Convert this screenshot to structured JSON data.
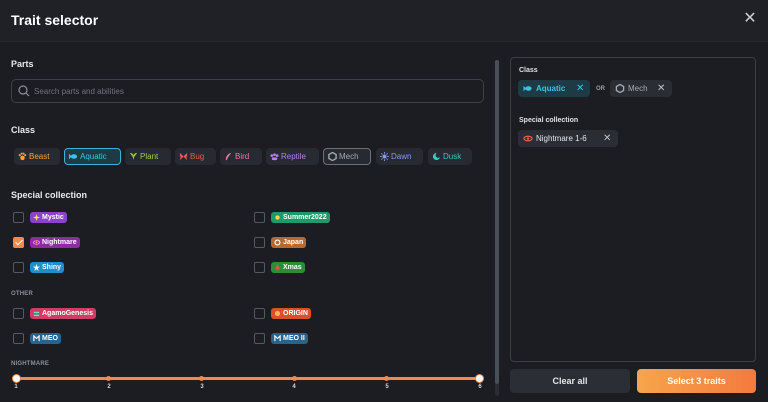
{
  "header": {
    "title": "Trait selector"
  },
  "parts": {
    "label": "Parts",
    "placeholder": "Search parts and abilities"
  },
  "class_section": {
    "label": "Class",
    "chips": [
      {
        "label": "Beast",
        "color": "#f5a53c",
        "icon": "paw-icon",
        "selected": false
      },
      {
        "label": "Aquatic",
        "color": "#3bc3e6",
        "icon": "fish-icon",
        "selected": true
      },
      {
        "label": "Plant",
        "color": "#9bd04a",
        "icon": "leaf-icon",
        "selected": false
      },
      {
        "label": "Bug",
        "color": "#ef5a52",
        "icon": "butterfly-icon",
        "selected": false
      },
      {
        "label": "Bird",
        "color": "#f07aa5",
        "icon": "feather-icon",
        "selected": false
      },
      {
        "label": "Reptile",
        "color": "#b680e8",
        "icon": "reptile-icon",
        "selected": false
      },
      {
        "label": "Mech",
        "color": "#a5a9b1",
        "icon": "hexagon-icon",
        "selected": true
      },
      {
        "label": "Dawn",
        "color": "#8a9af0",
        "icon": "sun-icon",
        "selected": false
      },
      {
        "label": "Dusk",
        "color": "#3fc4c4",
        "icon": "dusk-icon",
        "selected": false
      }
    ]
  },
  "special": {
    "label": "Special collection",
    "items": [
      {
        "label": "Mystic",
        "color": "#8a44c9",
        "checked": false
      },
      {
        "label": "Summer2022",
        "color": "#1e9a6b",
        "checked": false
      },
      {
        "label": "Nightmare",
        "color": "#8e2aa3",
        "checked": true
      },
      {
        "label": "Japan",
        "color": "#b9682e",
        "checked": false
      },
      {
        "label": "Shiny",
        "color": "#1f8fc7",
        "checked": false
      },
      {
        "label": "Xmas",
        "color": "#2f8a3a",
        "checked": false
      }
    ],
    "other_label": "OTHER",
    "other_items": [
      {
        "label": "AgamoGenesis",
        "color": "#d23b63",
        "checked": false
      },
      {
        "label": "ORIGIN",
        "color": "#d9512b",
        "checked": false
      },
      {
        "label": "MEO",
        "color": "#27638c",
        "checked": false
      },
      {
        "label": "MEO II",
        "color": "#27638c",
        "checked": false
      }
    ]
  },
  "nightmare": {
    "label": "NIGHTMARE",
    "range_min": 1,
    "range_max": 6,
    "ticks": [
      "1",
      "2",
      "3",
      "4",
      "5",
      "6"
    ]
  },
  "panel": {
    "class_label": "Class",
    "class_tags": [
      {
        "label": "Aquatic",
        "color": "#3bc3e6"
      },
      {
        "label": "Mech",
        "color": "#a5a9b1"
      }
    ],
    "or_label": "OR",
    "special_label": "Special collection",
    "special_tags": [
      {
        "label": "Nightmare 1-6",
        "color": "#f06b5a"
      }
    ],
    "remove_glyph": "✕"
  },
  "footer": {
    "clear_label": "Clear all",
    "select_label": "Select 3 traits"
  },
  "colors": {
    "accent": "#f3894a",
    "background": "#1b1d22"
  },
  "close_glyph": "✕"
}
